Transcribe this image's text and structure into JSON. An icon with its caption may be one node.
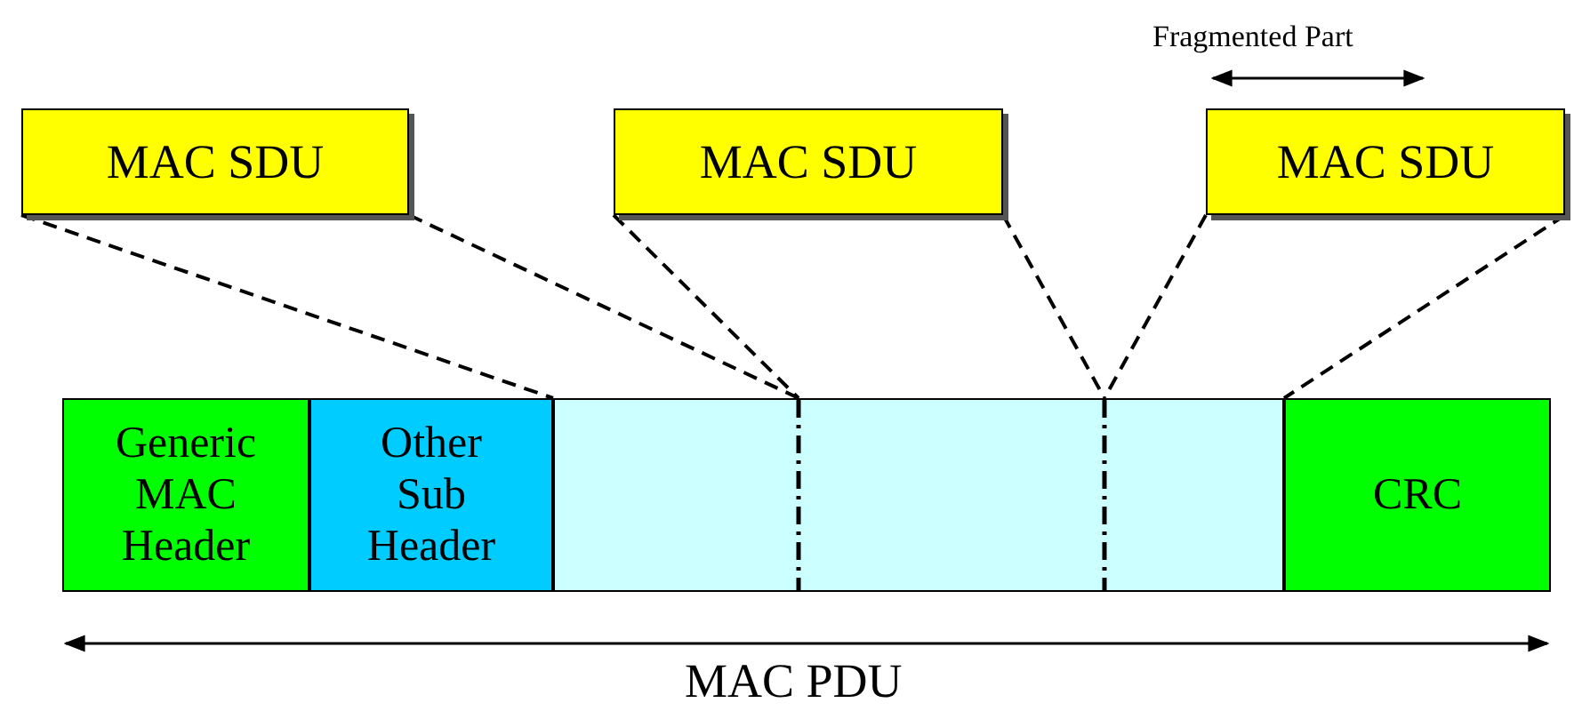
{
  "diagram": {
    "nodes": [
      {
        "text": [
          "MAC SDU"
        ]
      },
      {
        "text": [
          "MAC SDU"
        ]
      },
      {
        "text": [
          "MAC SDU"
        ]
      },
      {
        "text": [
          "Generic MAC Header"
        ]
      },
      {
        "text": [
          "Other Sub Header"
        ]
      },
      {
        "text": [],
        "shape": "box"
      },
      {
        "text": [],
        "shape": "box"
      },
      {
        "text": [],
        "shape": "box"
      },
      {
        "text": [
          "CRC"
        ]
      }
    ],
    "edges": [
      {
        "from": 0,
        "to": 5,
        "arrow": "none",
        "style": "dashed"
      },
      {
        "from": 0,
        "to": 5,
        "arrow": "none",
        "style": "dashed"
      },
      {
        "from": 1,
        "to": 6,
        "arrow": "none",
        "style": "dashed"
      },
      {
        "from": 1,
        "to": 6,
        "arrow": "none",
        "style": "dashed"
      },
      {
        "from": 2,
        "to": 7,
        "arrow": "none",
        "style": "dashed"
      },
      {
        "from": 2,
        "to": 7,
        "arrow": "none",
        "style": "dashed"
      }
    ],
    "labels": [
      "Fragmented Part",
      "MAC PDU"
    ]
  }
}
